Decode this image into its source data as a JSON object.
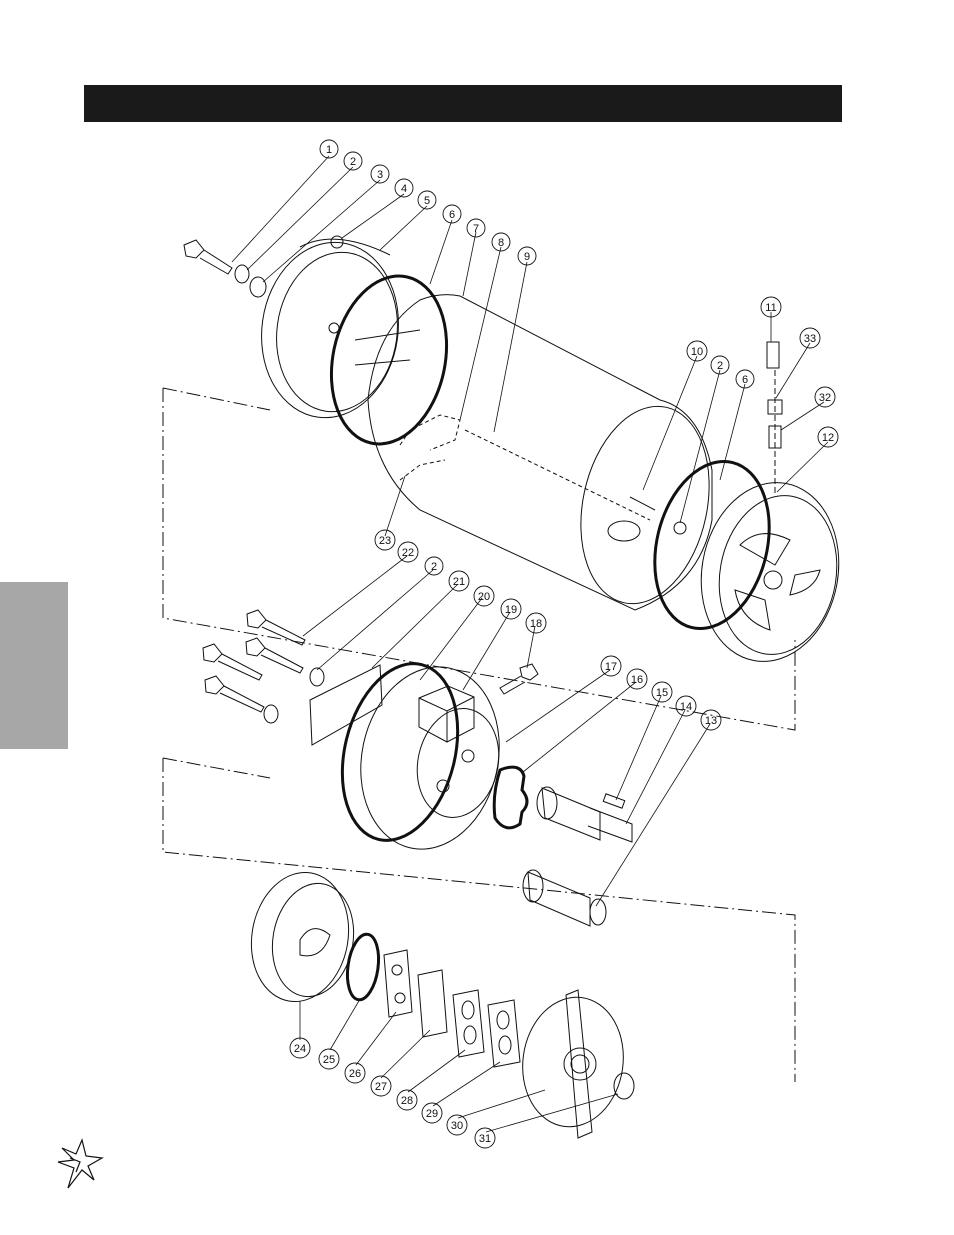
{
  "header": {
    "title": ""
  },
  "callouts": [
    "1",
    "2",
    "3",
    "4",
    "5",
    "6",
    "7",
    "8",
    "9",
    "10",
    "2",
    "6",
    "11",
    "33",
    "32",
    "12",
    "23",
    "22",
    "2",
    "21",
    "20",
    "19",
    "18",
    "17",
    "16",
    "15",
    "14",
    "13",
    "24",
    "25",
    "26",
    "27",
    "28",
    "29",
    "30",
    "31"
  ],
  "colors": {
    "header_bar": "#1a1a1a",
    "side_tab": "#a7a7a7",
    "line": "#111111"
  }
}
